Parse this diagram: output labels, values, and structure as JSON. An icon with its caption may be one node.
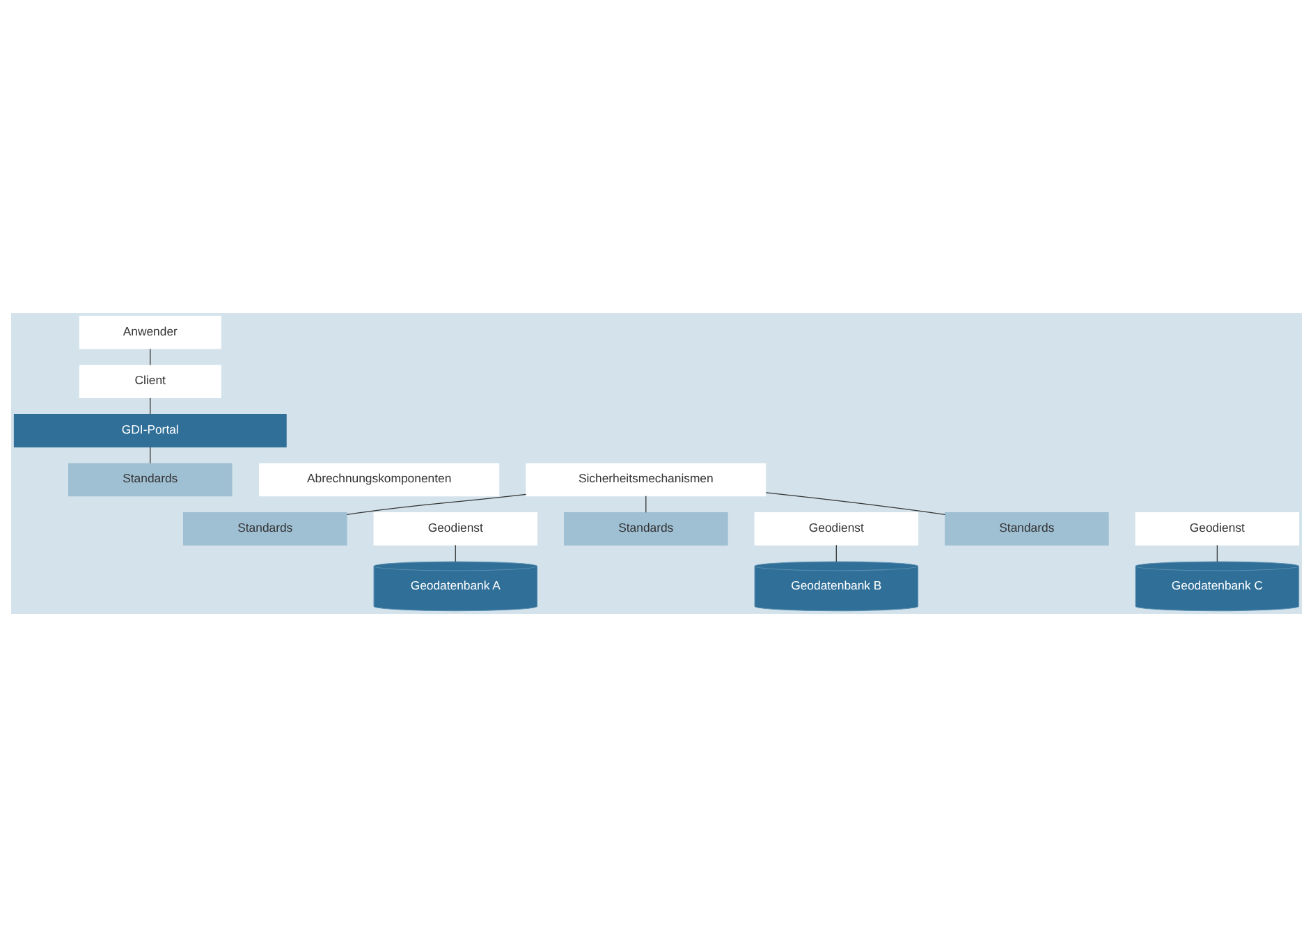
{
  "diagram": {
    "nodes": [
      {
        "text": [
          "Anwender"
        ]
      },
      {
        "text": [
          "Client"
        ]
      },
      {
        "text": [
          "GDI-Portal"
        ]
      },
      {
        "text": [
          "Standards"
        ]
      },
      {
        "text": [
          "Abrechnungskomponenten"
        ]
      },
      {
        "text": [
          "Sicherheitsmechanismen"
        ]
      },
      {
        "text": [
          "Standards"
        ]
      },
      {
        "text": [
          "Geodienst"
        ]
      },
      {
        "text": [
          "Geodatenbank A"
        ]
      },
      {
        "text": [
          "Standards"
        ]
      },
      {
        "text": [
          "Geodienst"
        ]
      },
      {
        "text": [
          "Geodatenbank B"
        ]
      },
      {
        "text": [
          "Standards"
        ]
      },
      {
        "text": [
          "Geodienst"
        ]
      },
      {
        "text": [
          "Geodatenbank C"
        ]
      }
    ],
    "edges": [
      {
        "from": 0,
        "to": 1,
        "arrow": "none"
      },
      {
        "from": 1,
        "to": 2,
        "arrow": "none"
      },
      {
        "from": 2,
        "to": 3,
        "arrow": "none"
      },
      {
        "from": 5,
        "to": 6,
        "arrow": "none"
      },
      {
        "from": 5,
        "to": 9,
        "arrow": "none"
      },
      {
        "from": 5,
        "to": 12,
        "arrow": "none"
      },
      {
        "from": 7,
        "to": 8,
        "arrow": "none"
      },
      {
        "from": 10,
        "to": 11,
        "arrow": "none"
      },
      {
        "from": 13,
        "to": 14,
        "arrow": "none"
      }
    ]
  }
}
